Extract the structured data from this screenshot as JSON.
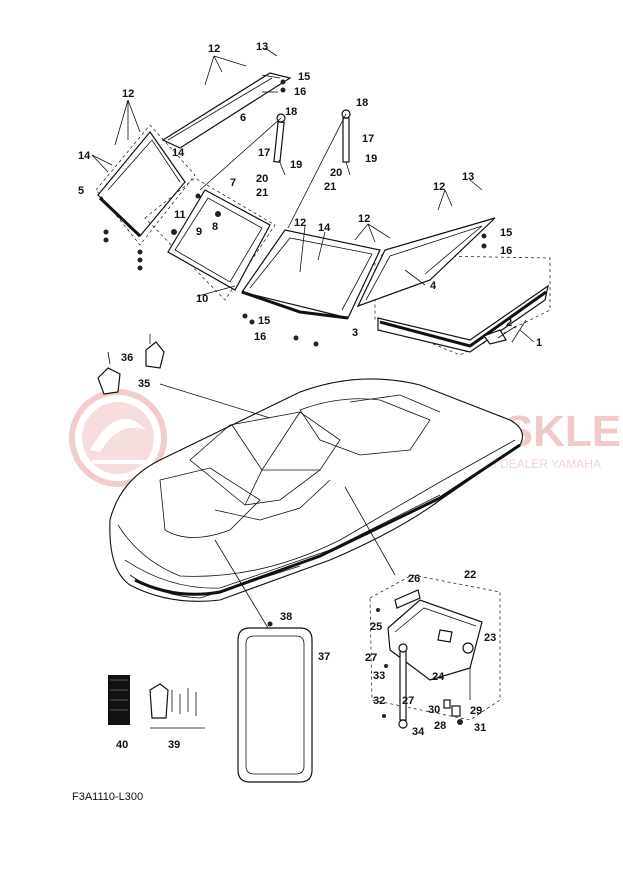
{
  "watermark": {
    "brand": "YAMAHA-SKLEP.PL",
    "tagline": "AUTORYZOWANY SERWIS I DEALER YAMAHA"
  },
  "diagram_code": "F3A1110-L300",
  "callouts": {
    "c1": "1",
    "c2": "2",
    "c3": "3",
    "c4": "4",
    "c5": "5",
    "c6": "6",
    "c7": "7",
    "c8": "8",
    "c9": "9",
    "c10": "10",
    "c11": "11",
    "c12a": "12",
    "c12b": "12",
    "c12c": "12",
    "c12d": "12",
    "c12e": "12",
    "c13a": "13",
    "c13b": "13",
    "c14a": "14",
    "c14b": "14",
    "c14c": "14",
    "c15a": "15",
    "c15b": "15",
    "c15c": "15",
    "c16a": "16",
    "c16b": "16",
    "c16c": "16",
    "c17a": "17",
    "c17b": "17",
    "c18a": "18",
    "c18b": "18",
    "c19a": "19",
    "c19b": "19",
    "c20a": "20",
    "c20b": "20",
    "c21a": "21",
    "c21b": "21",
    "c22": "22",
    "c23": "23",
    "c24": "24",
    "c25": "25",
    "c26": "26",
    "c27a": "27",
    "c27b": "27",
    "c28": "28",
    "c29": "29",
    "c30": "30",
    "c31": "31",
    "c32": "32",
    "c33": "33",
    "c34": "34",
    "c35": "35",
    "c36": "36",
    "c37": "37",
    "c38": "38",
    "c39": "39",
    "c40": "40"
  }
}
